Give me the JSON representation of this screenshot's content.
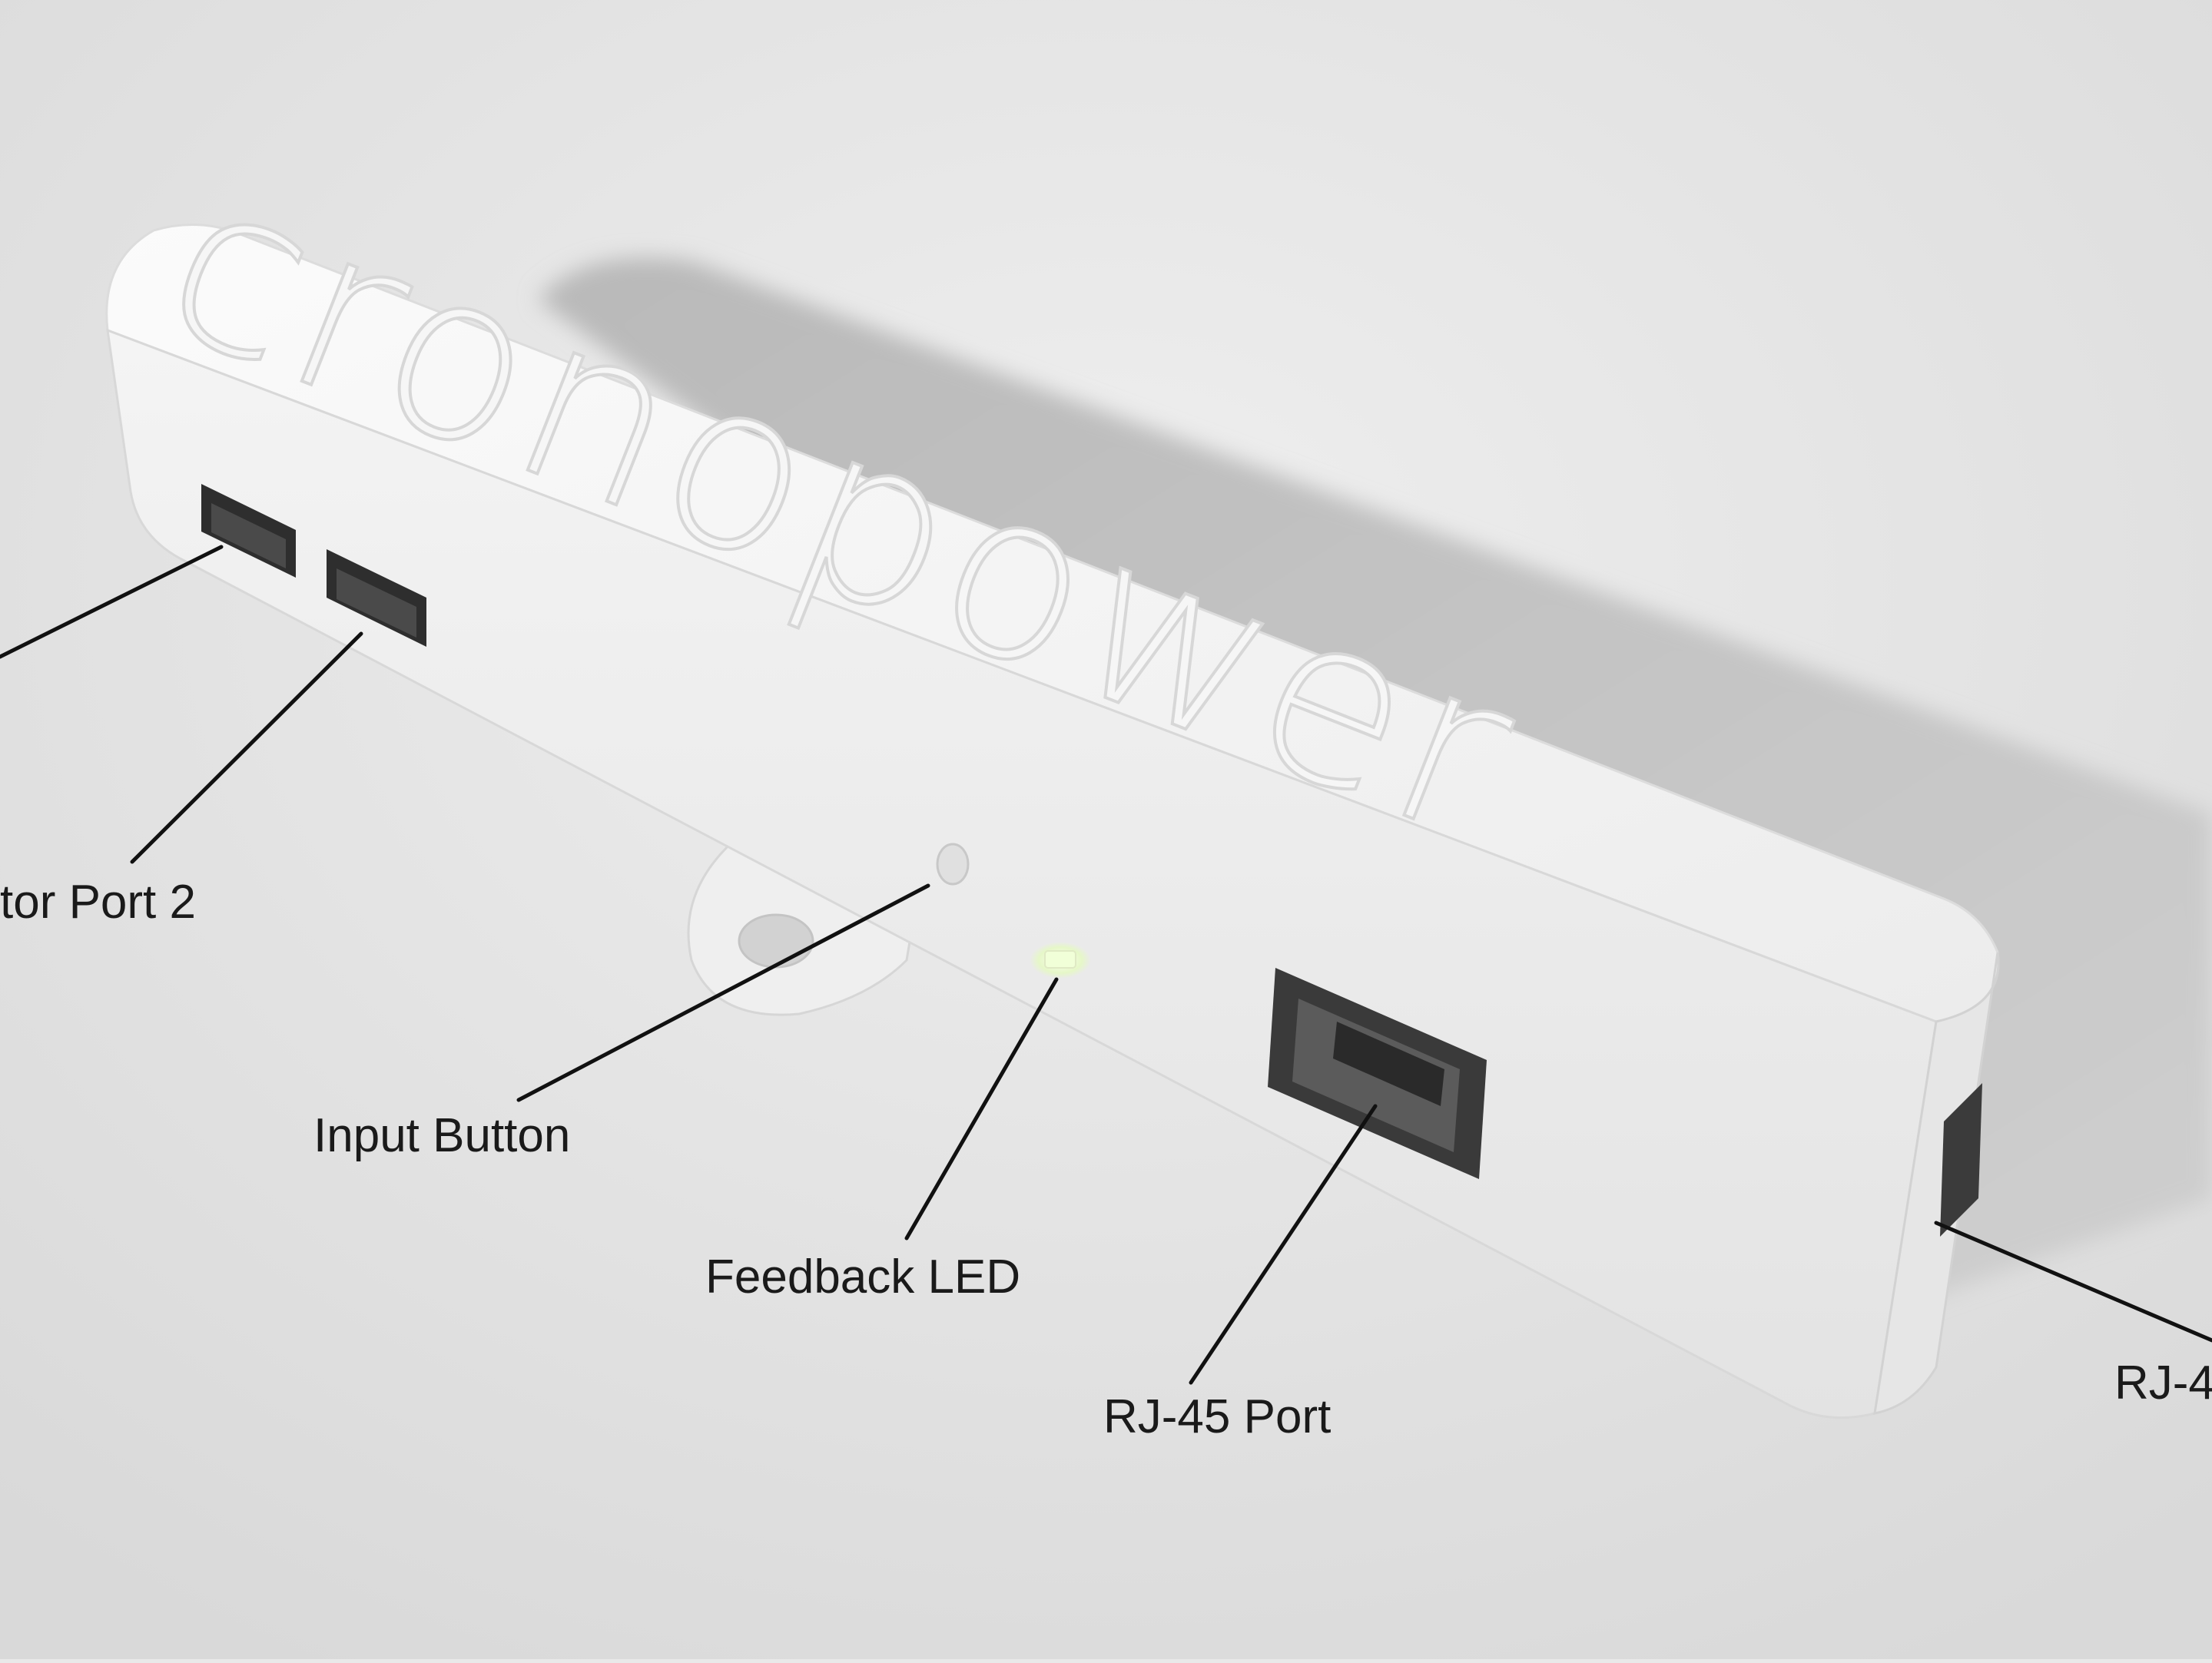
{
  "brand_engraving": "cronopower",
  "callouts": {
    "connector_port_2": "tor Port 2",
    "input_button": "Input Button",
    "feedback_led": "Feedback LED",
    "rj45_port": "RJ-45 Port",
    "rj45_port_side": "RJ-4"
  },
  "colors": {
    "background": "#e9e9e9",
    "device_body": "#f3f3f3",
    "shadow": "#bdbdbd",
    "leader_line": "#111111",
    "led_glow": "#f1ffd8"
  }
}
